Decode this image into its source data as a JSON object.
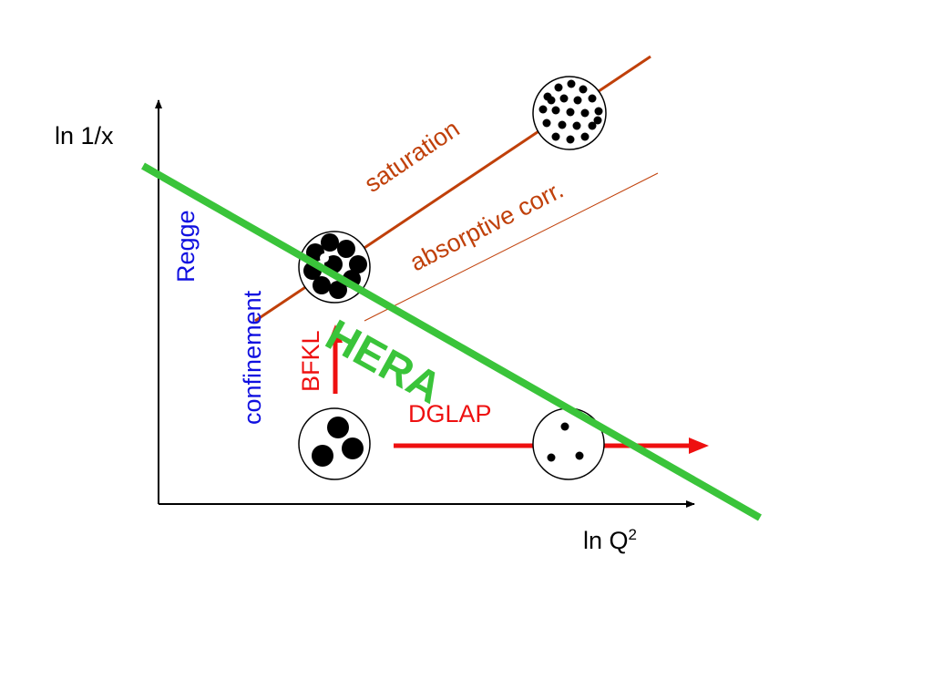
{
  "axes": {
    "y_label": "ln 1/x",
    "x_label_main": "ln Q",
    "x_label_sup": "2"
  },
  "labels": {
    "saturation": "saturation",
    "absorptive": "absorptive corr.",
    "regge": "Regge",
    "confinement": "confinement",
    "bfkl": "BFKL",
    "dglap": "DGLAP",
    "hera": "HERA"
  },
  "colors": {
    "axis": "#000000",
    "saturation_line": "#c0400a",
    "saturation_text": "#c0400a",
    "blue_text": "#1010e0",
    "evolution_red": "#ee1010",
    "hera_green": "#3ac43a"
  }
}
